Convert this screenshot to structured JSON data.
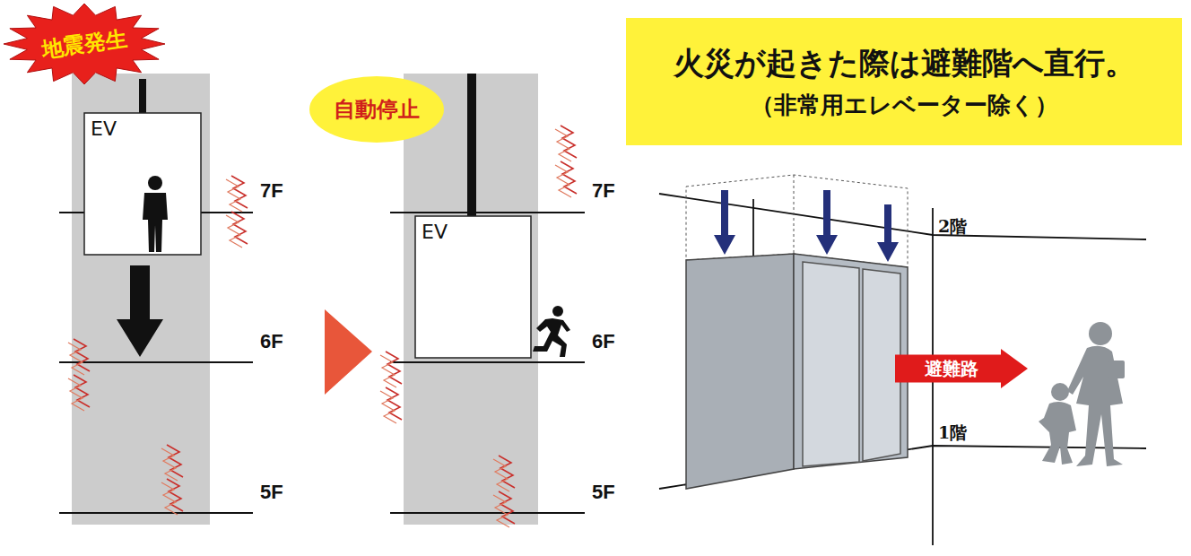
{
  "diagram": {
    "nodes": [
      {
        "text": [
          "地震発生"
        ]
      },
      {
        "text": [
          "EV"
        ]
      },
      {
        "text": [
          "自動停止"
        ]
      },
      {
        "text": [
          "EV"
        ]
      },
      {
        "text": [
          "火災が起きた際は避難階へ直行。",
          "（非常用エレベーター除く）"
        ]
      },
      {
        "text": [
          "避難路"
        ]
      }
    ],
    "labels": [
      "7F",
      "6F",
      "5F",
      "7F",
      "6F",
      "5F",
      "2階",
      "1階"
    ]
  }
}
